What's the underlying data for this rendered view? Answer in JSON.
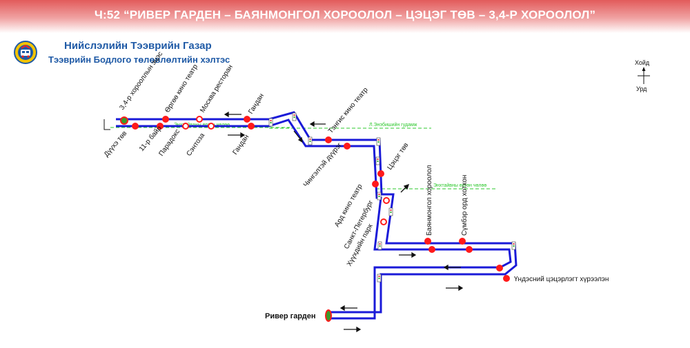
{
  "header": {
    "title": "Ч:52 “РИВЕР ГАРДЕН – БАЯНМОНГОЛ ХОРООЛОЛ – ЦЭЦЭГ ТӨВ – 3,4-Р ХОРООЛОЛ”"
  },
  "organization": {
    "name": "Нийслэлийн Тээврийн Газар",
    "department": "Тээврийн Бодлого төлөвлөлтийн хэлтэс"
  },
  "compass": {
    "north": "Хойд",
    "south": "Урд"
  },
  "colors": {
    "route": "#1a1ad8",
    "stop": "#ff1a1a",
    "street": "#2ec82e",
    "header": "#e25b5b",
    "brand": "#1f5aa6"
  },
  "stops": [
    {
      "id": "s1",
      "name": "3,4-р хорооллын эцэс"
    },
    {
      "id": "s2",
      "name": "Дүүхэ төв"
    },
    {
      "id": "s3",
      "name": "11-р байр"
    },
    {
      "id": "s4",
      "name": "Өргөө кино театр"
    },
    {
      "id": "s5",
      "name": "Парадокс"
    },
    {
      "id": "s6",
      "name": "Москва ресторан"
    },
    {
      "id": "s7",
      "name": "Сэнтоза"
    },
    {
      "id": "s8",
      "name": "Гандан"
    },
    {
      "id": "s9",
      "name": "Гандан"
    },
    {
      "id": "s10",
      "name": "Тэнгис кино театр"
    },
    {
      "id": "s11",
      "name": "Чингэлтэй дүүрэг"
    },
    {
      "id": "s12",
      "name": "Цэцэг төв"
    },
    {
      "id": "s13",
      "name": "Ард кино театр"
    },
    {
      "id": "s14",
      "name": "Санкт-Петербург"
    },
    {
      "id": "s15",
      "name": "Хүүхдийн парк"
    },
    {
      "id": "s16",
      "name": "Баянмонгол хороолол"
    },
    {
      "id": "s17",
      "name": "Сүмбэр орд хотхон"
    },
    {
      "id": "s18",
      "name": "Үндэсний цэцэрлэгт хүрээлэн"
    },
    {
      "id": "s19",
      "name": "Ривер гарден"
    }
  ],
  "streets": [
    {
      "id": "st1",
      "name": "Энхтайваны өргөн чөлөө"
    },
    {
      "id": "st2",
      "name": "Л.Энэбишийн гудамж"
    },
    {
      "id": "st3",
      "name": "Энхтайвны өргөн чөлөө"
    }
  ]
}
